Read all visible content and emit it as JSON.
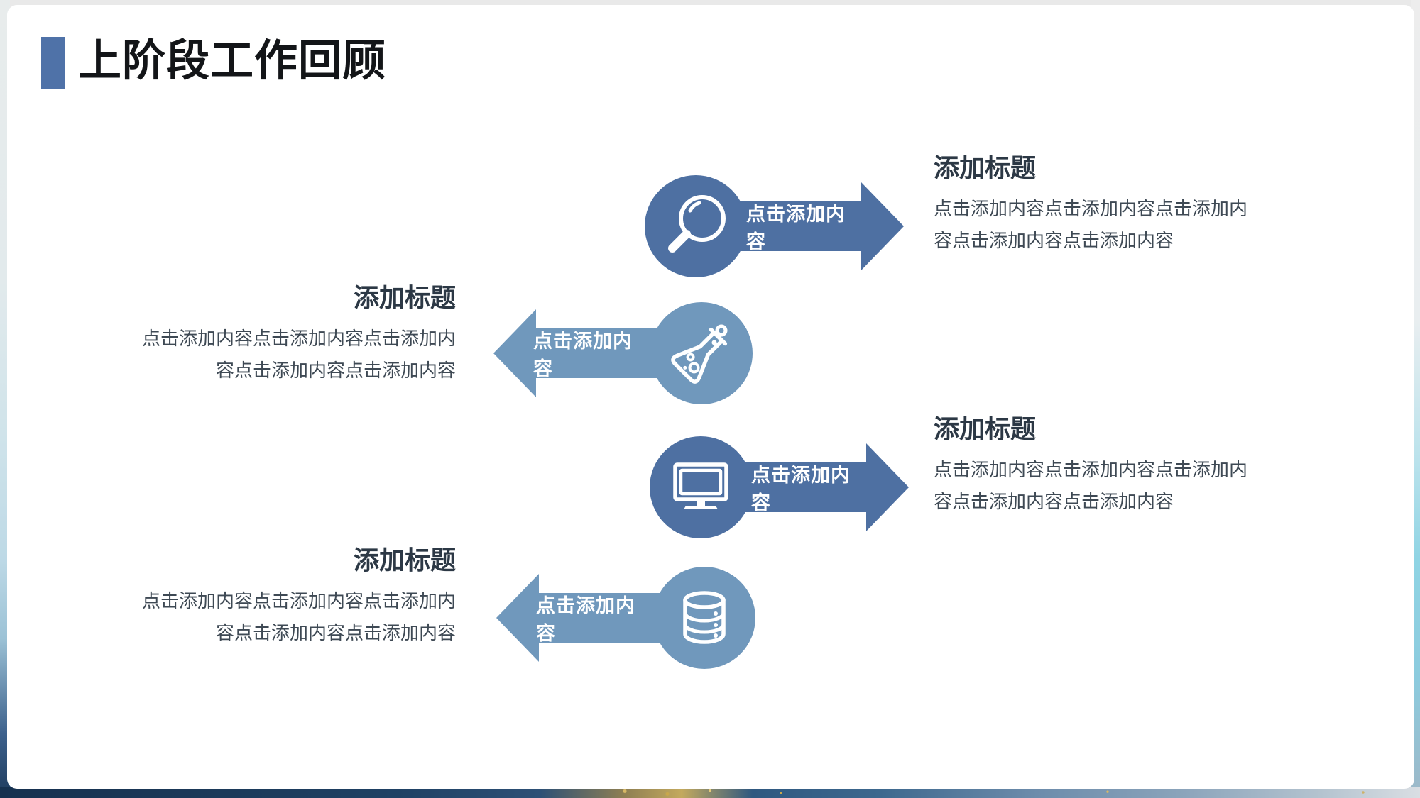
{
  "slide": {
    "title": "上阶段工作回顾"
  },
  "colors": {
    "accent_bar": "#4f72a8",
    "dark_blue": "#4e70a2",
    "light_blue": "#7098bc",
    "heading_text": "#2c3845",
    "body_text": "#3e4954"
  },
  "units": [
    {
      "icon": "magnifier-icon",
      "direction": "right",
      "theme": "dark",
      "arrow_label": "点击添加内容",
      "heading": "添加标题",
      "body": "点击添加内容点击添加内容点击添加内容点击添加内容点击添加内容"
    },
    {
      "icon": "flask-icon",
      "direction": "left",
      "theme": "light",
      "arrow_label": "点击添加内容",
      "heading": "添加标题",
      "body": "点击添加内容点击添加内容点击添加内容点击添加内容点击添加内容"
    },
    {
      "icon": "monitor-icon",
      "direction": "right",
      "theme": "dark",
      "arrow_label": "点击添加内容",
      "heading": "添加标题",
      "body": "点击添加内容点击添加内容点击添加内容点击添加内容点击添加内容"
    },
    {
      "icon": "database-icon",
      "direction": "left",
      "theme": "light",
      "arrow_label": "点击添加内容",
      "heading": "添加标题",
      "body": "点击添加内容点击添加内容点击添加内容点击添加内容点击添加内容"
    }
  ]
}
